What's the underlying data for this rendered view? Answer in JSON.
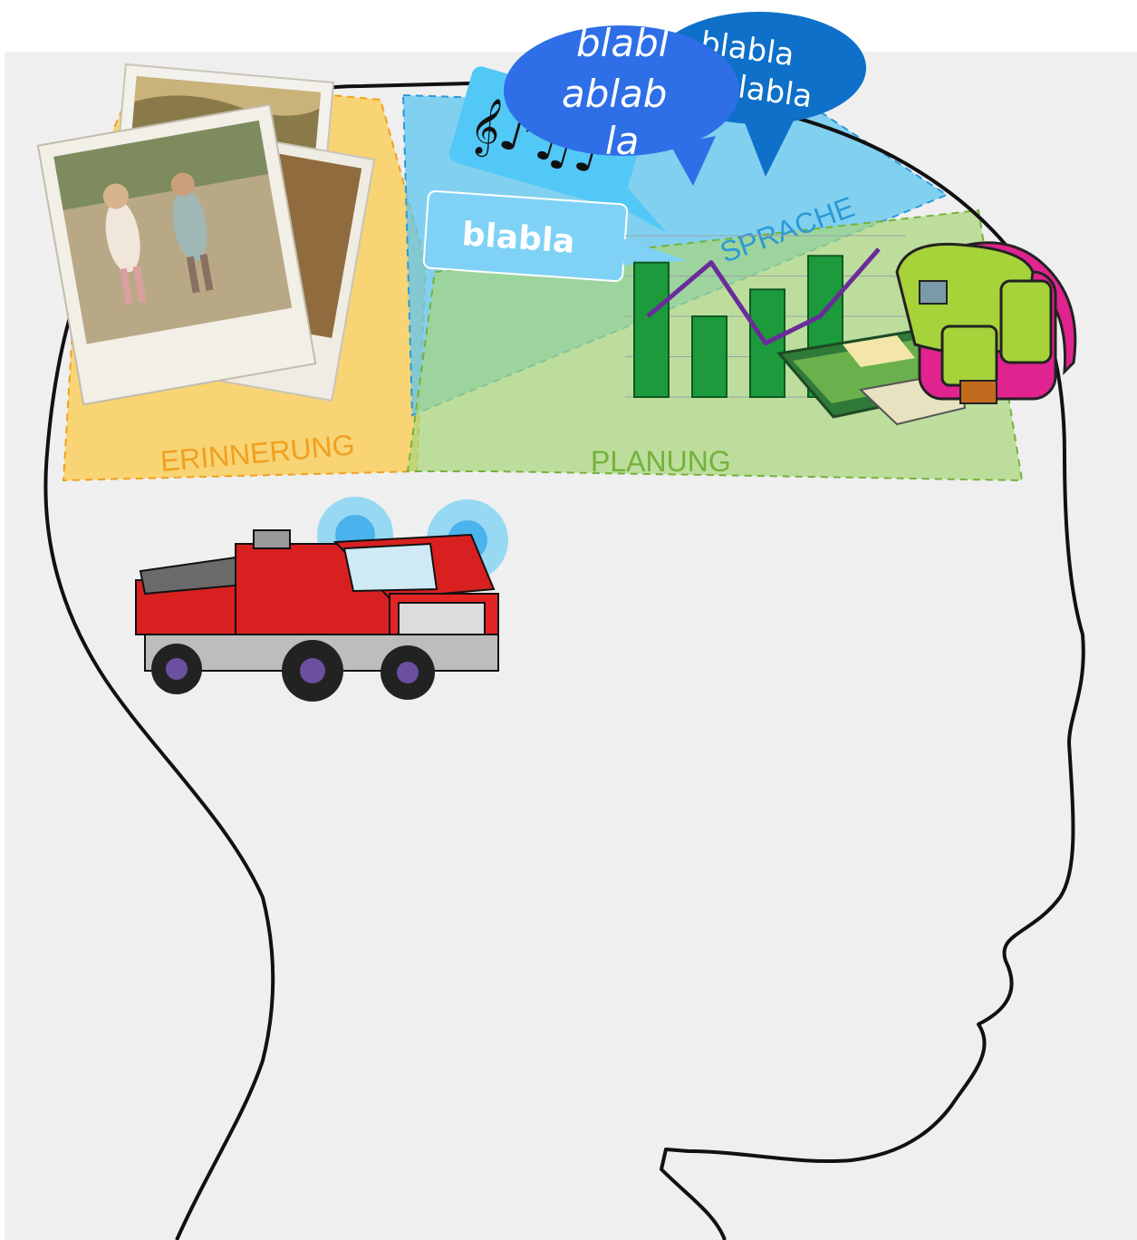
{
  "regions": {
    "memory": {
      "label": "ERINNERUNG",
      "color": "#f9cf5e",
      "label_color": "#f0a020"
    },
    "language": {
      "label": "SPRACHE",
      "color": "#5ec6f0",
      "label_color": "#2b9ad6"
    },
    "planning": {
      "label": "PLANUNG",
      "color": "#a8d67a",
      "label_color": "#74b23a"
    }
  },
  "bubbles": {
    "bubble_small": "blabla",
    "bubble_large_line1": "blabl",
    "bubble_large_line2": "ablab",
    "bubble_large_line3": "la",
    "bubble_back_line1": "blabla",
    "bubble_back_line2": "blabla"
  },
  "icons": {
    "music": "music-notes-icon",
    "photos": "photo-stack-icon",
    "chart": "bar-line-chart-icon",
    "backpack": "backpack-icon",
    "fire_truck": "fire-truck-icon"
  },
  "chart_data": {
    "type": "bar",
    "categories": [
      "",
      "",
      "",
      ""
    ],
    "values": [
      100,
      60,
      80,
      105
    ],
    "line_values": [
      60,
      100,
      40,
      60,
      110
    ],
    "ylim": [
      0,
      120
    ],
    "title": "",
    "xlabel": "",
    "ylabel": ""
  },
  "colors": {
    "background": "#efefef",
    "outline": "#111111",
    "bar": "#1d9a3c",
    "line": "#6a2c9a",
    "bubble_dark": "#0e70c9",
    "bubble_blue": "#2e6fe8",
    "bubble_light": "#7fd2f5"
  }
}
